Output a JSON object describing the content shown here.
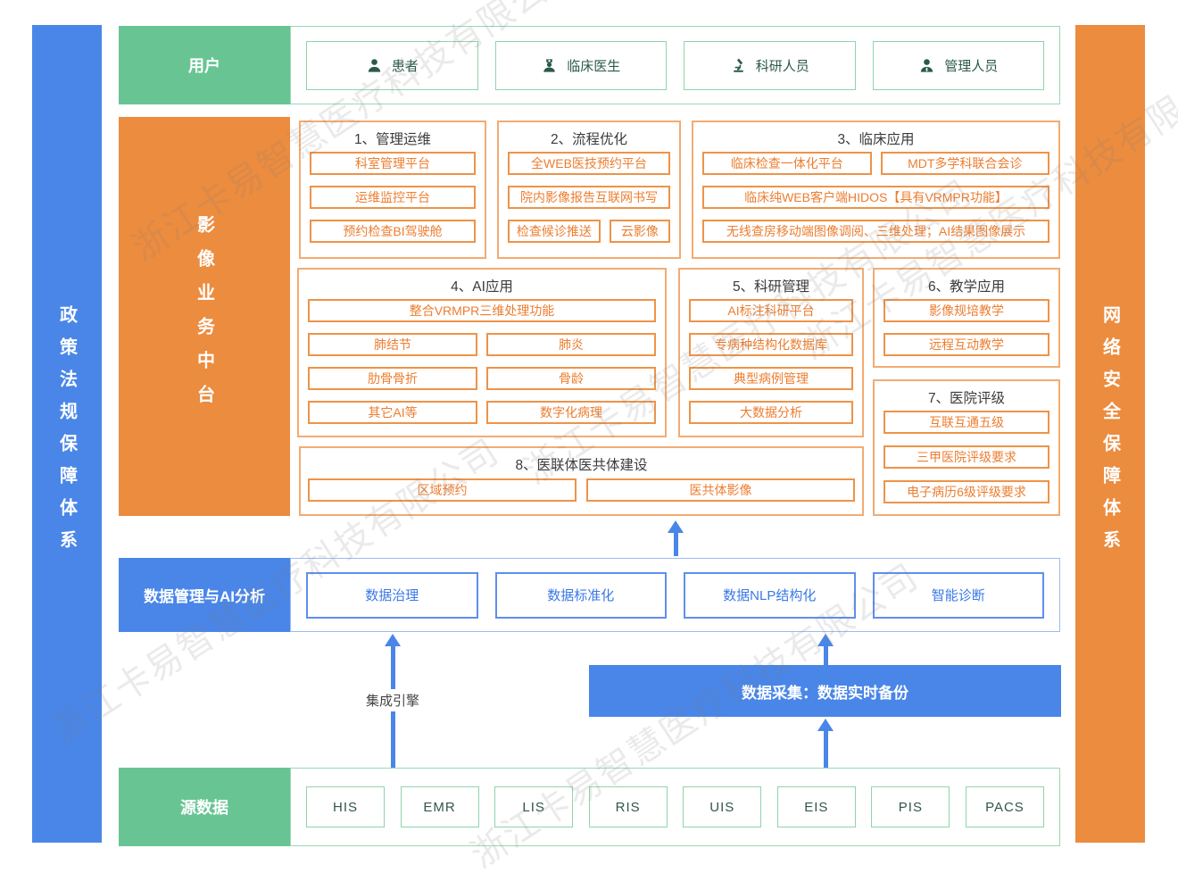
{
  "watermark": {
    "text": "浙江卡易智慧医疗科技有限公司"
  },
  "left_bar": {
    "label": "政策法规保障体系"
  },
  "right_bar": {
    "label": "网络安全保障体系"
  },
  "user_row": {
    "label": "用户",
    "items": [
      {
        "icon": "patient-icon",
        "label": "患者"
      },
      {
        "icon": "doctor-icon",
        "label": "临床医生"
      },
      {
        "icon": "microscope-icon",
        "label": "科研人员"
      },
      {
        "icon": "admin-icon",
        "label": "管理人员"
      }
    ]
  },
  "middle": {
    "label": "影像业务中台",
    "groups": [
      {
        "title": "1、管理运维",
        "items": [
          "科室管理平台",
          "运维监控平台",
          "预约检查BI驾驶舱"
        ]
      },
      {
        "title": "2、流程优化",
        "items": [
          "全WEB医技预约平台",
          "院内影像报告互联网书写",
          "检查候诊推送",
          "云影像"
        ]
      },
      {
        "title": "3、临床应用",
        "items": [
          "临床检查一体化平台",
          "MDT多学科联合会诊",
          "临床纯WEB客户端HIDOS【具有VRMPR功能】",
          "无线查房移动端图像调阅、三维处理；AI结果图像展示"
        ]
      },
      {
        "title": "4、AI应用",
        "items": [
          "整合VRMPR三维处理功能",
          "肺结节",
          "肺炎",
          "肋骨骨折",
          "骨龄",
          "其它AI等",
          "数字化病理"
        ]
      },
      {
        "title": "5、科研管理",
        "items": [
          "AI标注科研平台",
          "专病种结构化数据库",
          "典型病例管理",
          "大数据分析"
        ]
      },
      {
        "title": "6、教学应用",
        "items": [
          "影像规培教学",
          "远程互动教学"
        ]
      },
      {
        "title": "7、医院评级",
        "items": [
          "互联互通五级",
          "三甲医院评级要求",
          "电子病历6级评级要求"
        ]
      },
      {
        "title": "8、医联体医共体建设",
        "items": [
          "区域预约",
          "医共体影像"
        ]
      }
    ]
  },
  "data_row": {
    "label": "数据管理与AI分析",
    "items": [
      "数据治理",
      "数据标准化",
      "数据NLP结构化",
      "智能诊断"
    ]
  },
  "integration": {
    "label": "集成引擎"
  },
  "collection_bar": {
    "label": "数据采集：数据实时备份"
  },
  "source_row": {
    "label": "源数据",
    "items": [
      "HIS",
      "EMR",
      "LIS",
      "RIS",
      "UIS",
      "EIS",
      "PIS",
      "PACS"
    ]
  },
  "colors": {
    "blue": "#4a86e8",
    "green": "#68c593",
    "orange": "#ec8c3f"
  }
}
